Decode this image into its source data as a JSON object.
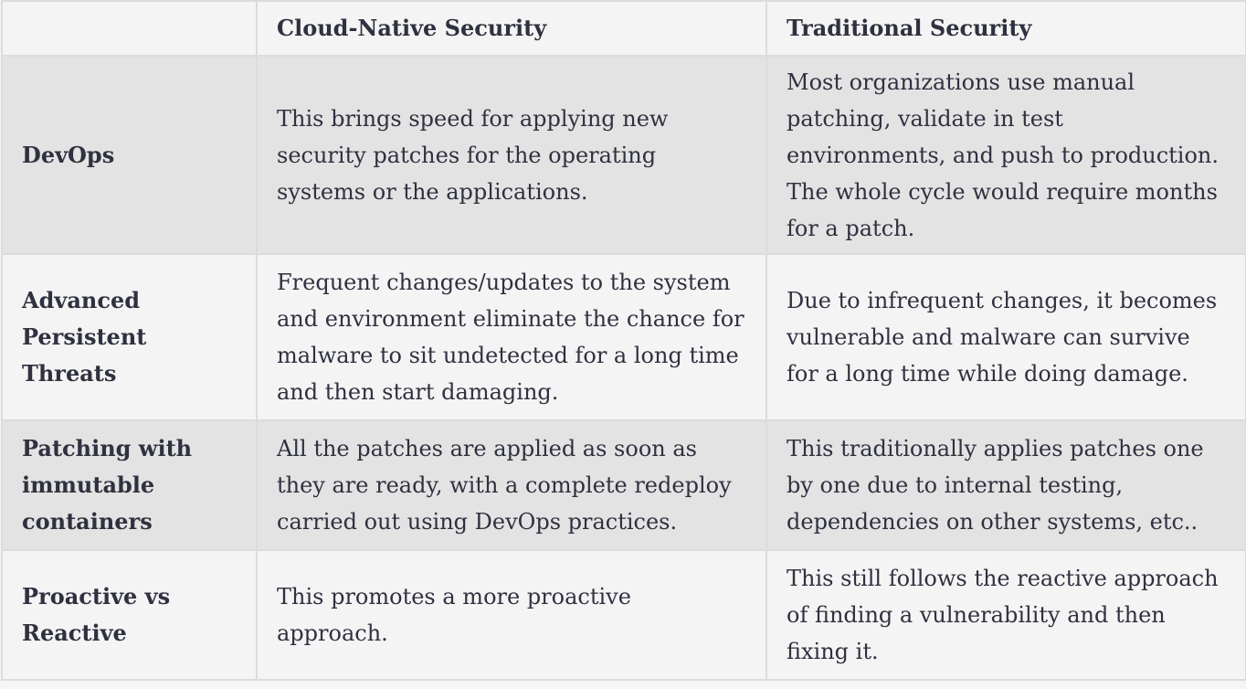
{
  "table": {
    "headers": [
      "",
      "Cloud-Native Security",
      "Traditional Security"
    ],
    "rows": [
      {
        "label": "DevOps",
        "cloud_native": "This brings speed for applying new security patches for the operating systems or the applications.",
        "traditional": "Most organizations use manual patching, validate in test environments, and push to production. The whole cycle would require months for a patch."
      },
      {
        "label": "Advanced Persistent Threats",
        "cloud_native": "Frequent changes/updates to the system and environment eliminate the chance for malware to sit undetected for a long time and then start damaging.",
        "traditional": "Due to infrequent changes, it becomes vulnerable and malware can survive for a long time while doing damage."
      },
      {
        "label": "Patching with immutable containers",
        "cloud_native": "All the patches are applied as soon as they are ready, with a complete redeploy carried out using DevOps practices.",
        "traditional": "This traditionally applies patches one by one due to internal testing, dependencies on other systems, etc.."
      },
      {
        "label": "Proactive vs Reactive",
        "cloud_native": "This promotes a more proactive approach.",
        "traditional": "This still follows the reactive approach of finding a vulnerability and then fixing it."
      }
    ]
  },
  "colors": {
    "row_shaded": "#e3e3e3",
    "row_light": "#f4f4f4",
    "text": "#2f3140",
    "border": "#dcdcdc"
  }
}
